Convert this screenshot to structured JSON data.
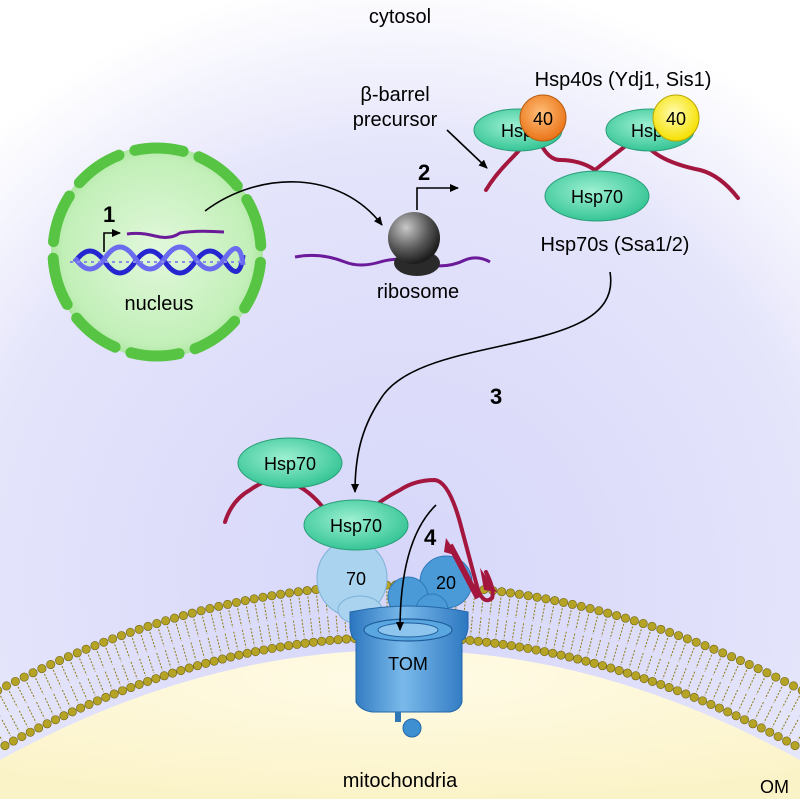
{
  "labels": {
    "cytosol": "cytosol",
    "mitochondria": "mitochondria",
    "om": "OM",
    "nucleus": "nucleus",
    "ribosome": "ribosome",
    "precursor_line1": "β-barrel",
    "precursor_line2": "precursor",
    "hsp40s": "Hsp40s (Ydj1, Sis1)",
    "hsp70s": "Hsp70s (Ssa1/2)",
    "hsp70": "Hsp70",
    "hsp40_short": "40",
    "hsp_partial": "Hsp",
    "tom": "TOM",
    "tom70": "70",
    "tom20": "20"
  },
  "steps": [
    "1",
    "2",
    "3",
    "4"
  ],
  "colors": {
    "background_top": "#ffffff",
    "cytosol_tint": "#d8d8fa",
    "matrix": "#fdf8dc",
    "lipid_head": "#b5a326",
    "nucleus_fill": "#b8ecb0",
    "nucleus_ring": "#5ccb47",
    "hsp70_fill": "#4fd1a7",
    "hsp40_orange": "#f08a2c",
    "hsp40_yellow": "#ffef2a",
    "polypeptide": "#a3173f",
    "mrna": "#6a1a9a",
    "dna": "#2a2ad6",
    "tom": "#3d8fd1",
    "tom70": "#a9d4ee"
  }
}
